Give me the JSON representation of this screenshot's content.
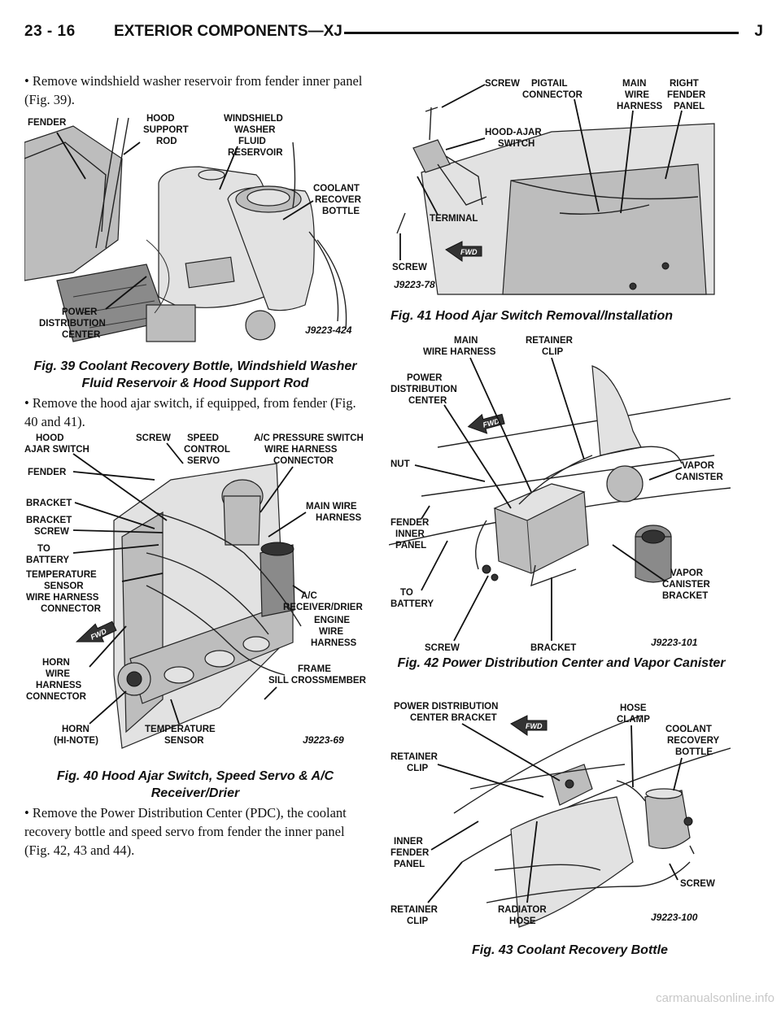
{
  "header": {
    "page_number": "23 - 16",
    "section_title": "EXTERIOR COMPONENTS—XJ",
    "letter": "J"
  },
  "steps": [
    {
      "bullet": "•",
      "text": "Remove windshield washer reservoir from fender inner panel (Fig. 39)."
    },
    {
      "bullet": "•",
      "text": "Remove the hood ajar switch, if equipped, from fender (Fig. 40 and 41)."
    },
    {
      "bullet": "•",
      "text": "Remove the Power Distribution Center (PDC), the coolant recovery bottle and speed servo from fender the inner panel (Fig. 42, 43 and 44)."
    }
  ],
  "figures": {
    "fig39": {
      "caption": "Fig. 39 Coolant Recovery Bottle, Windshield Washer Fluid Reservoir & Hood Support Rod",
      "code": "J9223-424",
      "labels": {
        "fender": "FENDER",
        "hood_support_rod": [
          "HOOD",
          "SUPPORT",
          "ROD"
        ],
        "windshield_reservoir": [
          "WINDSHIELD",
          "WASHER",
          "FLUID",
          "RESERVOIR"
        ],
        "coolant_bottle": [
          "COOLANT",
          "RECOVER",
          "BOTTLE"
        ],
        "pdc": [
          "POWER",
          "DISTRIBUTION",
          "CENTER"
        ]
      }
    },
    "fig40": {
      "caption": "Fig. 40 Hood Ajar Switch, Speed Servo & A/C Receiver/Drier",
      "code": "J9223-69",
      "fwd": "FWD",
      "labels": {
        "hood_ajar": [
          "HOOD",
          "AJAR SWITCH"
        ],
        "screw": "SCREW",
        "speed_control": [
          "SPEED",
          "CONTROL",
          "SERVO"
        ],
        "ac_switch": [
          "A/C PRESSURE SWITCH",
          "WIRE HARNESS",
          "CONNECTOR"
        ],
        "fender": "FENDER",
        "bracket": "BRACKET",
        "bracket_screw": [
          "BRACKET",
          "SCREW"
        ],
        "main_wire": [
          "MAIN WIRE",
          "HARNESS"
        ],
        "to_battery": [
          "TO",
          "BATTERY"
        ],
        "temp_sensor_conn": [
          "TEMPERATURE",
          "SENSOR",
          "WIRE HARNESS",
          "CONNECTOR"
        ],
        "ac_receiver": [
          "A/C",
          "RECEIVER/DRIER"
        ],
        "engine_wire": [
          "ENGINE",
          "WIRE",
          "HARNESS"
        ],
        "frame_sill": [
          "FRAME",
          "SILL CROSSMEMBER"
        ],
        "horn_conn": [
          "HORN",
          "WIRE",
          "HARNESS",
          "CONNECTOR"
        ],
        "horn": [
          "HORN",
          "(HI-NOTE)"
        ],
        "temp_sensor": [
          "TEMPERATURE",
          "SENSOR"
        ]
      }
    },
    "fig41": {
      "caption": "Fig. 41 Hood Ajar Switch Removal/Installation",
      "code": "J9223-78",
      "fwd": "FWD",
      "labels": {
        "screw_top": "SCREW",
        "pigtail": [
          "PIGTAIL",
          "CONNECTOR"
        ],
        "main_wire": [
          "MAIN",
          "WIRE",
          "HARNESS"
        ],
        "right_fender": [
          "RIGHT",
          "FENDER",
          "PANEL"
        ],
        "hood_ajar": [
          "HOOD-AJAR",
          "SWITCH"
        ],
        "terminal": "TERMINAL",
        "screw_bottom": "SCREW"
      }
    },
    "fig42": {
      "caption": "Fig. 42 Power Distribution Center and Vapor Canister",
      "code": "J9223-101",
      "fwd": "FWD",
      "labels": {
        "main_wire": [
          "MAIN",
          "WIRE HARNESS"
        ],
        "retainer_clip": [
          "RETAINER",
          "CLIP"
        ],
        "pdc": [
          "POWER",
          "DISTRIBUTION",
          "CENTER"
        ],
        "nut": "NUT",
        "vapor_canister": [
          "VAPOR",
          "CANISTER"
        ],
        "fender_inner": [
          "FENDER",
          "INNER",
          "PANEL"
        ],
        "to_battery": [
          "TO",
          "BATTERY"
        ],
        "vapor_bracket": [
          "VAPOR",
          "CANISTER",
          "BRACKET"
        ],
        "screw": "SCREW",
        "bracket": "BRACKET"
      }
    },
    "fig43": {
      "caption": "Fig. 43 Coolant Recovery Bottle",
      "code": "J9223-100",
      "fwd": "FWD",
      "labels": {
        "pdc_bracket": [
          "POWER DISTRIBUTION",
          "CENTER BRACKET"
        ],
        "hose_clamp": [
          "HOSE",
          "CLAMP"
        ],
        "coolant_bottle": [
          "COOLANT",
          "RECOVERY",
          "BOTTLE"
        ],
        "retainer_clip_top": [
          "RETAINER",
          "CLIP"
        ],
        "inner_fender": [
          "INNER",
          "FENDER",
          "PANEL"
        ],
        "screw": "SCREW",
        "retainer_clip_bottom": [
          "RETAINER",
          "CLIP"
        ],
        "radiator_hose": [
          "RADIATOR",
          "HOSE"
        ]
      }
    }
  },
  "watermark": "carmanualsonline.info"
}
